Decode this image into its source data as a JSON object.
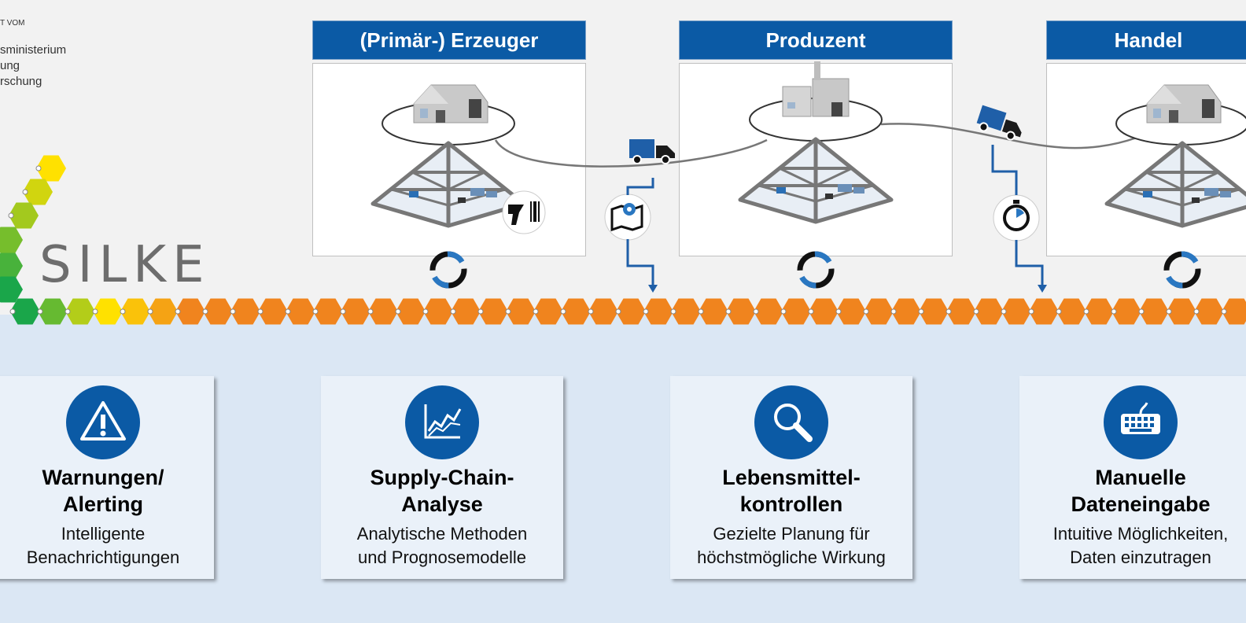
{
  "sponsor": {
    "line0": "T VOM",
    "line1": "sministerium",
    "line2": "ung",
    "line3": "rschung"
  },
  "logo": {
    "text": "SILKE"
  },
  "stages": [
    {
      "title": "(Primär-) Erzeuger"
    },
    {
      "title": "Produzent"
    },
    {
      "title": "Handel"
    }
  ],
  "features": [
    {
      "title_line1": "Warnungen/",
      "title_line2": "Alerting",
      "desc_line1": "Intelligente",
      "desc_line2": "Benachrichtigungen",
      "icon": "warning-icon"
    },
    {
      "title_line1": "Supply-Chain-",
      "title_line2": "Analyse",
      "desc_line1": "Analytische Methoden",
      "desc_line2": "und Prognosemodelle",
      "icon": "chart-icon"
    },
    {
      "title_line1": "Lebensmittel-",
      "title_line2": "kontrollen",
      "desc_line1": "Gezielte Planung für",
      "desc_line2": "höchstmögliche Wirkung",
      "icon": "search-icon"
    },
    {
      "title_line1": "Manuelle",
      "title_line2": "Dateneingabe",
      "desc_line1": "Intuitive Möglichkeiten,",
      "desc_line2": "Daten einzutragen",
      "icon": "keyboard-icon"
    }
  ],
  "colors": {
    "brand_blue": "#0b5aa5",
    "hex_orange": "#f0841e",
    "hex_yellow": "#ffe100",
    "hex_green": "#1aa64a",
    "logo_gray": "#6d6d6d"
  }
}
